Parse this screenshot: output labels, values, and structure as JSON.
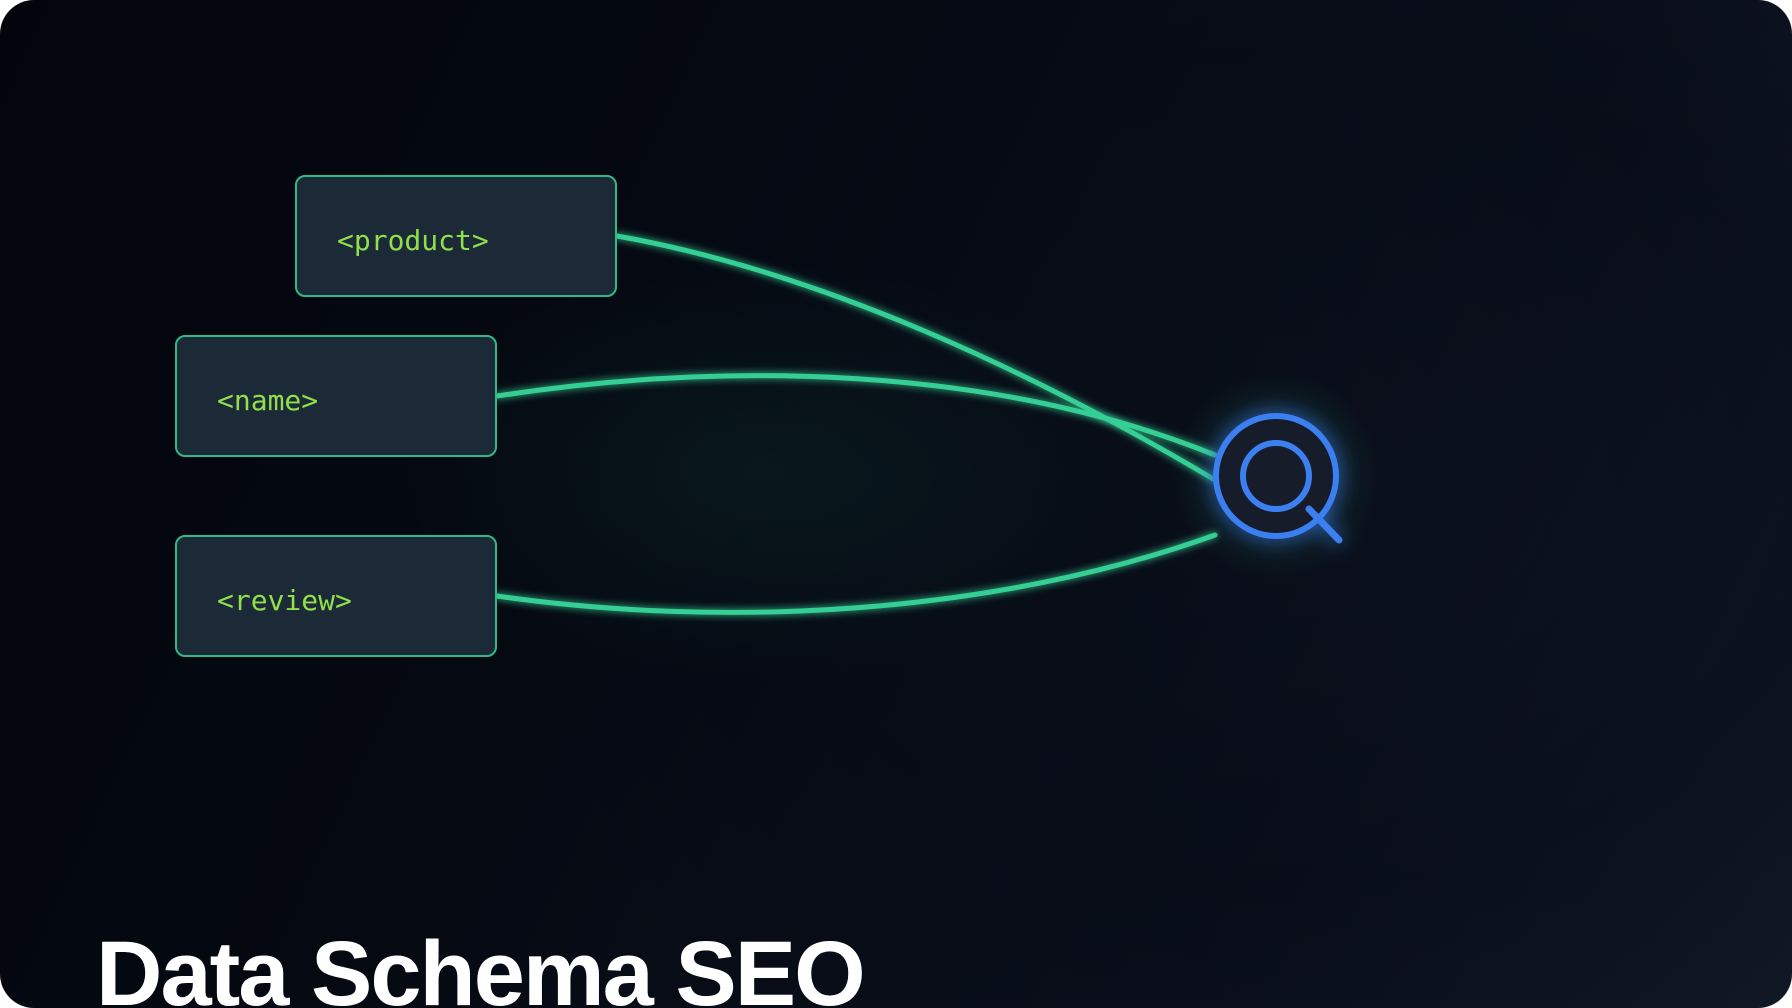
{
  "diagram": {
    "nodes": [
      {
        "id": "product",
        "label": "<product>"
      },
      {
        "id": "name",
        "label": "<name>"
      },
      {
        "id": "review",
        "label": "<review>"
      }
    ],
    "target": {
      "icon": "search-icon"
    },
    "edges": [
      {
        "from": "product",
        "to": "search"
      },
      {
        "from": "name",
        "to": "search"
      },
      {
        "from": "review",
        "to": "search"
      }
    ]
  },
  "title": "Data Schema SEO",
  "colors": {
    "background": "#050912",
    "node_fill": "#1c2937",
    "node_border": "#35b887",
    "tag_text": "#8fe04a",
    "connector": "#35cf95",
    "search_icon": "#3b7ff0",
    "title": "#ffffff"
  }
}
